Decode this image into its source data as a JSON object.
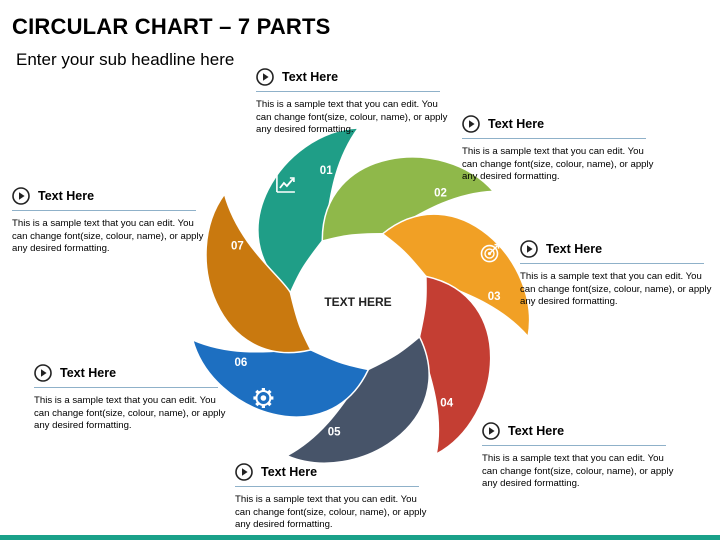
{
  "title": "CIRCULAR CHART – 7 PARTS",
  "subtitle": "Enter your sub headline here",
  "center_text": "TEXT HERE",
  "segments": [
    {
      "number": "01",
      "color": "#1f9e87",
      "icon": "chart-trend-icon"
    },
    {
      "number": "02",
      "color": "#8fb84a"
    },
    {
      "number": "03",
      "color": "#f1a025",
      "icon": "target-icon"
    },
    {
      "number": "04",
      "color": "#c43e33"
    },
    {
      "number": "05",
      "color": "#475469"
    },
    {
      "number": "06",
      "color": "#1d6fc1",
      "icon": "gear-icon"
    },
    {
      "number": "07",
      "color": "#c9790f"
    }
  ],
  "callouts": [
    {
      "heading": "Text Here",
      "body": "This is a sample text that you can edit. You can change font(size, colour, name), or apply any desired formatting.",
      "icon": "play-icon"
    },
    {
      "heading": "Text Here",
      "body": "This is a sample text that you can edit. You can change font(size, colour, name), or apply any desired formatting.",
      "icon": "play-icon"
    },
    {
      "heading": "Text Here",
      "body": "This is a sample text that you can edit. You can change font(size, colour, name), or apply any desired formatting.",
      "icon": "play-icon"
    },
    {
      "heading": "Text Here",
      "body": "This is a sample text that you can edit. You can change font(size, colour, name), or apply any desired formatting.",
      "icon": "play-icon"
    },
    {
      "heading": "Text Here",
      "body": "This is a sample text that you can edit. You can change font(size, colour, name), or apply any desired formatting.",
      "icon": "play-icon"
    },
    {
      "heading": "Text Here",
      "body": "This is a sample text that you can edit. You can change font(size, colour, name), or apply any desired formatting.",
      "icon": "play-icon"
    },
    {
      "heading": "Text Here",
      "body": "This is a sample text that you can edit. You can change font(size, colour, name), or apply any desired formatting.",
      "icon": "play-icon"
    }
  ],
  "accent_color": "#1aa189"
}
